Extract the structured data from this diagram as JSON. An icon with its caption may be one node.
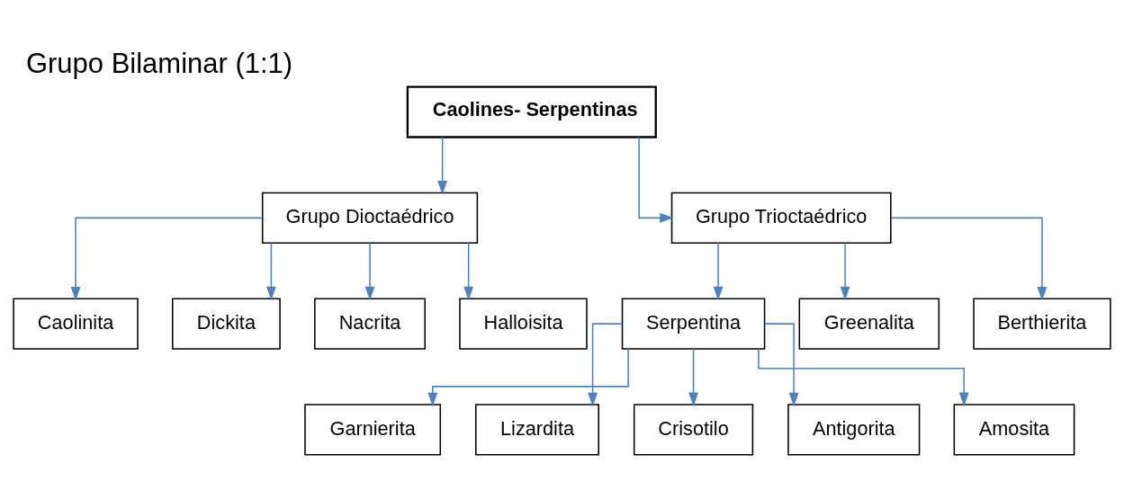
{
  "diagram": {
    "title": "Grupo Bilaminar (1:1)",
    "nodes": [
      {
        "text": [
          "Caolines- Serpentinas"
        ]
      },
      {
        "text": [
          "Grupo Dioctaédrico"
        ]
      },
      {
        "text": [
          "Grupo Trioctaédrico"
        ]
      },
      {
        "text": [
          "Caolinita"
        ]
      },
      {
        "text": [
          "Dickita"
        ]
      },
      {
        "text": [
          "Nacrita"
        ]
      },
      {
        "text": [
          "Halloisita"
        ]
      },
      {
        "text": [
          "Serpentina"
        ]
      },
      {
        "text": [
          "Greenalita"
        ]
      },
      {
        "text": [
          "Berthierita"
        ]
      },
      {
        "text": [
          "Garnierita"
        ]
      },
      {
        "text": [
          "Lizardita"
        ]
      },
      {
        "text": [
          "Crisotilo"
        ]
      },
      {
        "text": [
          "Antigorita"
        ]
      },
      {
        "text": [
          "Amosita"
        ]
      }
    ],
    "edges": [
      {
        "from": 0,
        "to": 1,
        "arrow": "to",
        "color": "#4f81bd"
      },
      {
        "from": 0,
        "to": 2,
        "arrow": "to",
        "color": "#4f81bd"
      },
      {
        "from": 1,
        "to": 3,
        "arrow": "to",
        "color": "#4f81bd"
      },
      {
        "from": 1,
        "to": 4,
        "arrow": "to",
        "color": "#4f81bd"
      },
      {
        "from": 1,
        "to": 5,
        "arrow": "to",
        "color": "#4f81bd"
      },
      {
        "from": 1,
        "to": 6,
        "arrow": "to",
        "color": "#4f81bd"
      },
      {
        "from": 2,
        "to": 7,
        "arrow": "to",
        "color": "#4f81bd"
      },
      {
        "from": 2,
        "to": 8,
        "arrow": "to",
        "color": "#4f81bd"
      },
      {
        "from": 2,
        "to": 9,
        "arrow": "to",
        "color": "#4f81bd"
      },
      {
        "from": 7,
        "to": 10,
        "arrow": "to",
        "color": "#4f81bd"
      },
      {
        "from": 7,
        "to": 11,
        "arrow": "to",
        "color": "#4f81bd"
      },
      {
        "from": 7,
        "to": 12,
        "arrow": "to",
        "color": "#4f81bd"
      },
      {
        "from": 7,
        "to": 13,
        "arrow": "to",
        "color": "#4f81bd"
      },
      {
        "from": 7,
        "to": 14,
        "arrow": "to",
        "color": "#4f81bd"
      }
    ]
  }
}
